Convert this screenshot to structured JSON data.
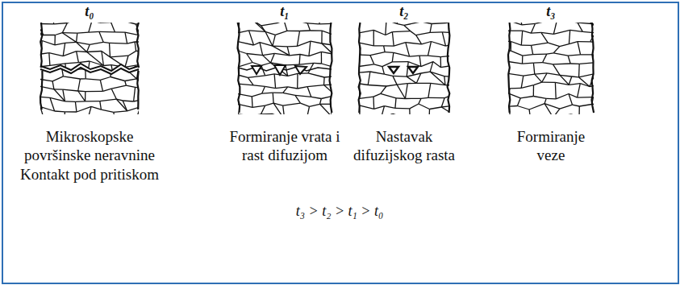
{
  "diagram": {
    "labels": [
      "t₀",
      "t₁",
      "t₂",
      "t₃",
      "Mikroskopske površinske neravnine",
      "Kontakt pod pritiskom",
      "Formiranje vrata i rast difuzijom",
      "Nastavak difuzijskog rasta",
      "Formiranje veze",
      "t₃ > t₂ > t₁ > t₀"
    ]
  }
}
